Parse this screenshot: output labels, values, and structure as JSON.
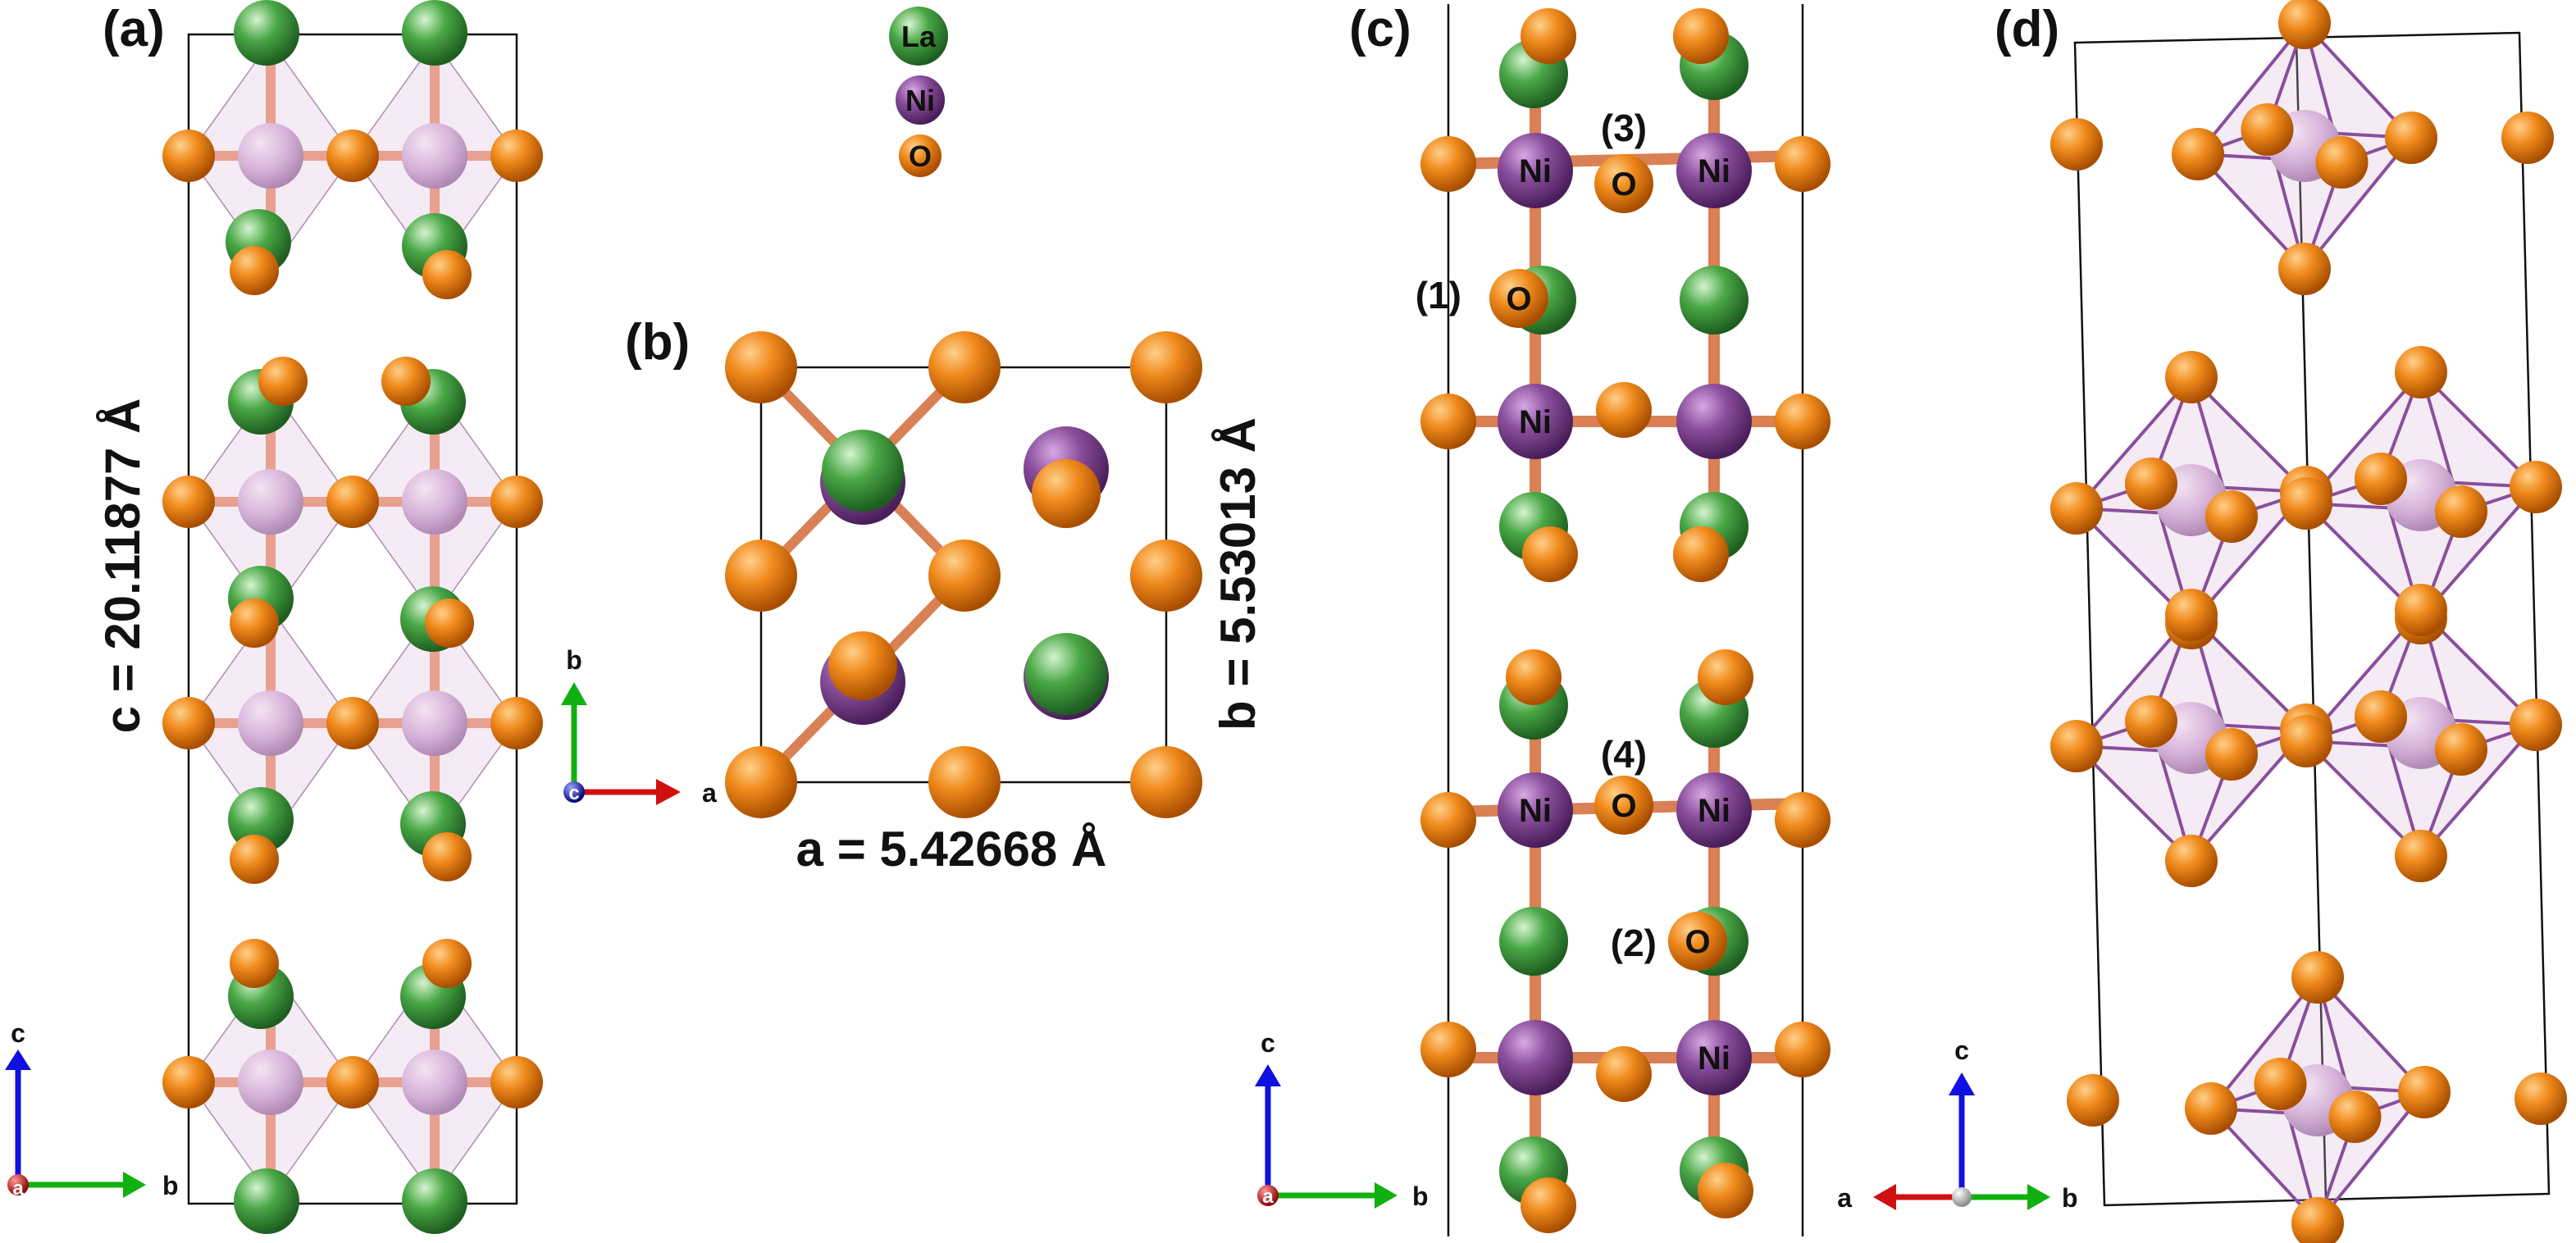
{
  "panels": {
    "a": {
      "label": "(a)",
      "dimension": "c = 20.11877 Å",
      "axes": {
        "up": "c",
        "right": "b",
        "origin": "a"
      }
    },
    "b": {
      "label": "(b)",
      "dimension_a": "a = 5.42668 Å",
      "dimension_b": "b = 5.53013 Å",
      "axes": {
        "up": "b",
        "right": "a",
        "origin": "c"
      }
    },
    "c": {
      "label": "(c)",
      "atom_labels": {
        "ni": "Ni",
        "o": "O"
      },
      "sites": [
        "(1)",
        "(2)",
        "(3)",
        "(4)"
      ],
      "axes": {
        "up": "c",
        "right": "b",
        "origin": "a"
      }
    },
    "d": {
      "label": "(d)",
      "axes": {
        "up": "c",
        "right": "b",
        "left": "a"
      }
    }
  },
  "legend": [
    {
      "symbol": "La",
      "color": "#4a9a48"
    },
    {
      "symbol": "Ni",
      "color": "#8a4e9c"
    },
    {
      "symbol": "O",
      "color": "#e07a10"
    }
  ],
  "colors": {
    "la": "#4a9a48",
    "ni": "#8a4e9c",
    "o": "#e07a10",
    "ni_octahedron": "#d8b6d8",
    "bond": "#d98055",
    "axis_a": "#d01010",
    "axis_b": "#10b010",
    "axis_c": "#1010e0"
  }
}
